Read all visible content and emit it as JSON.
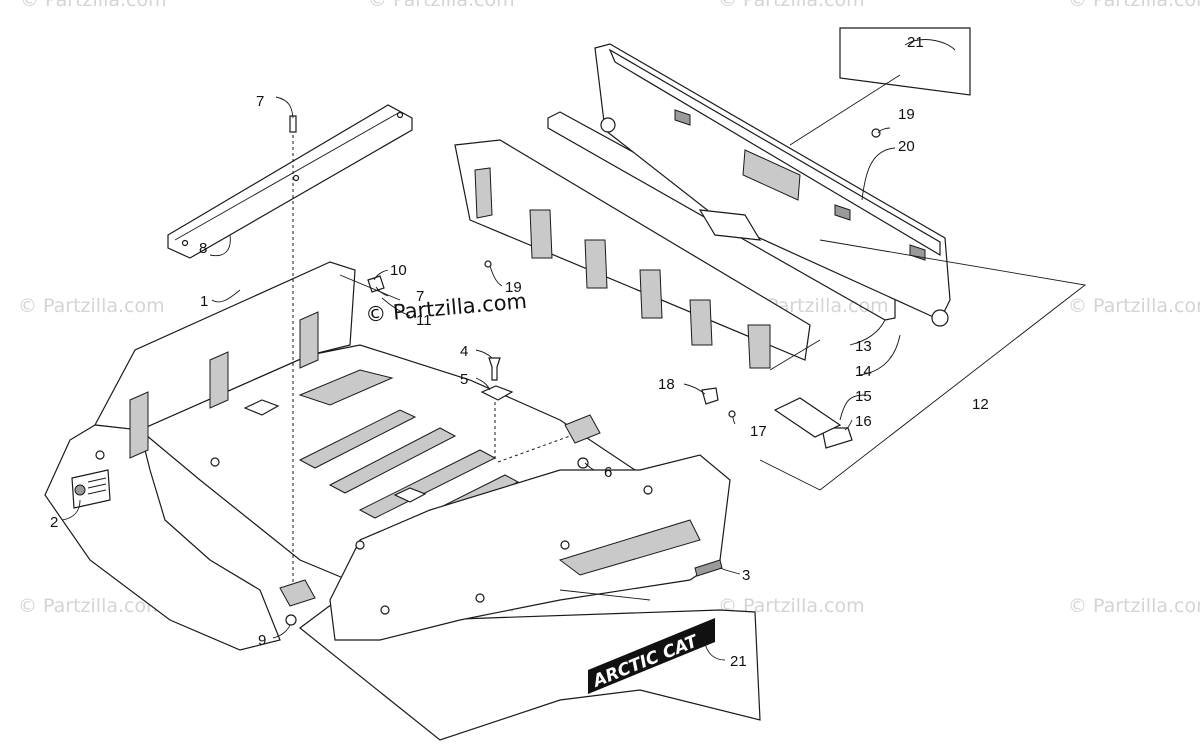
{
  "watermarks": {
    "faint": "© Partzilla.com",
    "center": "© Partzilla.com"
  },
  "decal": {
    "brand": "ARCTIC CAT"
  },
  "callouts": {
    "c1": "1",
    "c2": "2",
    "c3": "3",
    "c4": "4",
    "c5": "5",
    "c6": "6",
    "c7a": "7",
    "c7b": "7",
    "c8": "8",
    "c9": "9",
    "c10": "10",
    "c11": "11",
    "c12": "12",
    "c13": "13",
    "c14": "14",
    "c15": "15",
    "c16": "16",
    "c17": "17",
    "c18": "18",
    "c19a": "19",
    "c19b": "19",
    "c20": "20",
    "c21a": "21",
    "c21b": "21"
  }
}
